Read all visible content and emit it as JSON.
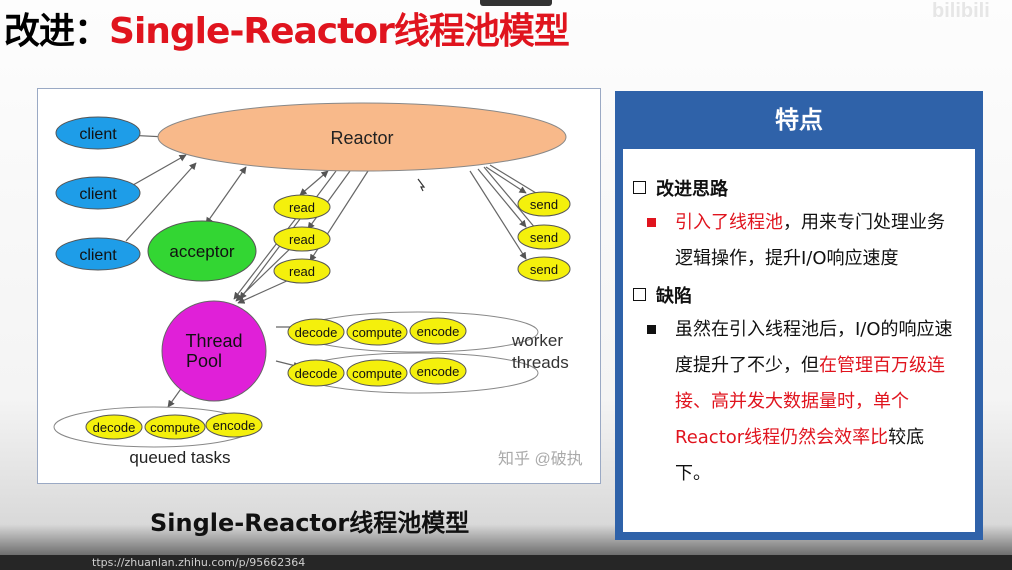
{
  "slide": {
    "title_prefix": "改进：",
    "title_highlight": "Single-Reactor线程池模型",
    "caption": "Single-Reactor线程池模型"
  },
  "diagram": {
    "reactor": "Reactor",
    "clients": [
      "client",
      "client",
      "client"
    ],
    "acceptor": "acceptor",
    "reads": [
      "read",
      "read",
      "read"
    ],
    "sends": [
      "send",
      "send",
      "send"
    ],
    "pool_line1": "Thread",
    "pool_line2": "Pool",
    "task_labels": [
      "decode",
      "compute",
      "encode"
    ],
    "worker_line1": "worker",
    "worker_line2": "threads",
    "queued": "queued tasks",
    "watermark": "知乎 @破执"
  },
  "panel": {
    "heading": "特点",
    "section1": "改进思路",
    "s1_red": "引入了线程池",
    "s1_rest": "，用来专门处理业务逻辑操作，提升I/O响应速度",
    "section2": "缺陷",
    "s2_black": "虽然在引入线程池后，I/O的响应速度提升了不少，但",
    "s2_red": "在管理百万级连接、高并发大数据量时，单个Reactor线程仍然会效率比",
    "s2_tail": "较底下。"
  },
  "statusbar": {
    "url": "ttps://zhuanlan.zhihu.com/p/95662364"
  },
  "colors": {
    "title_red": "#e0141e",
    "panel_blue": "#2f62a9",
    "reactor_fill": "#f8b98a",
    "client_fill": "#1e9de8",
    "acceptor_fill": "#33d633",
    "pool_fill": "#e020d8",
    "task_fill": "#f4f00c"
  }
}
